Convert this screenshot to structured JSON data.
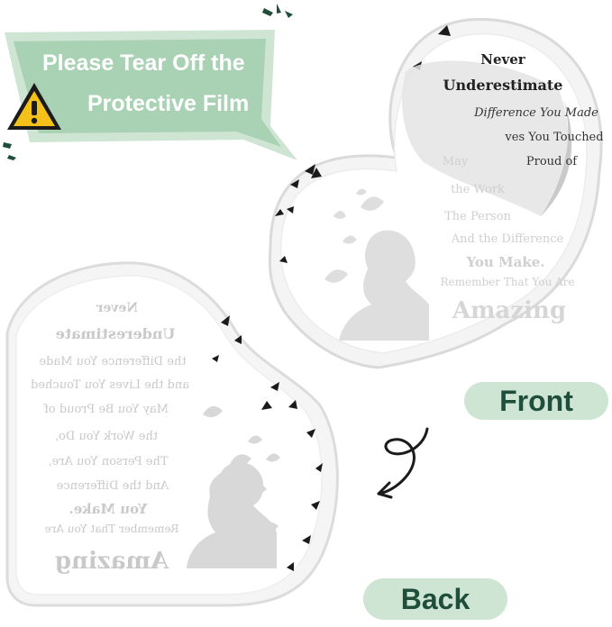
{
  "banner": {
    "line1": "Please Tear Off the",
    "line2": "Protective Film",
    "bg_color": "#cfe5d3",
    "text_color": "#ffffff",
    "icon": "warning-icon"
  },
  "front_plaque": {
    "lines": [
      {
        "text": "Never"
      },
      {
        "text": "Underestimate"
      },
      {
        "text": "Difference You Made"
      },
      {
        "text": "ves You Touched"
      },
      {
        "text": "May"
      },
      {
        "text": "Proud of"
      },
      {
        "text": "the Work"
      },
      {
        "text": "The Person"
      },
      {
        "text": "And the Difference"
      },
      {
        "text": "You Make."
      },
      {
        "text": "Remember That You Are"
      },
      {
        "text": "Amazing"
      }
    ]
  },
  "back_plaque": {
    "lines": [
      {
        "text": "Never"
      },
      {
        "text": "Underestimate"
      },
      {
        "text": "the Difference You Made"
      },
      {
        "text": "and the Lives You Touched"
      },
      {
        "text": "May You Be Proud of"
      },
      {
        "text": "the Work You Do,"
      },
      {
        "text": "The Person You Are,"
      },
      {
        "text": "And the Difference"
      },
      {
        "text": "You Make."
      },
      {
        "text": "Remember That You Are"
      },
      {
        "text": "Amazing"
      }
    ]
  },
  "labels": {
    "front": "Front",
    "back": "Back",
    "pill_color": "#cfe5d3",
    "label_color": "#1f4f3c"
  }
}
